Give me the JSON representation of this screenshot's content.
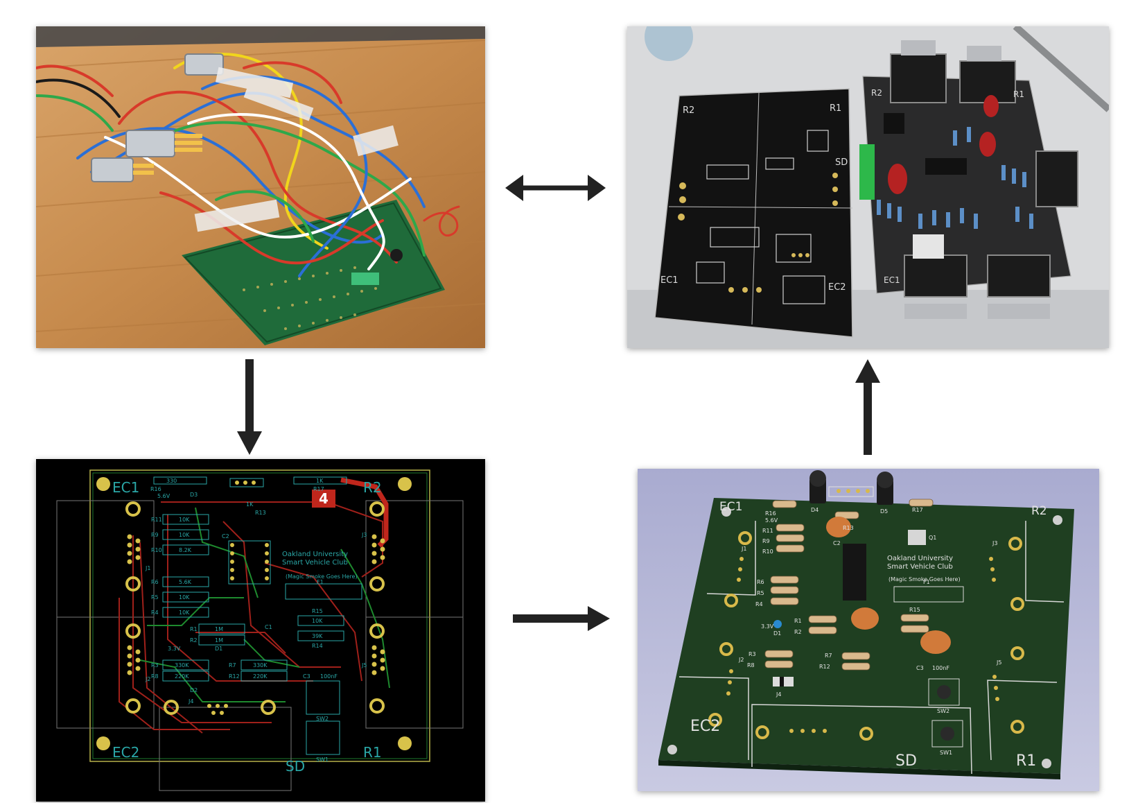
{
  "colors": {
    "arrow": "#222222",
    "wood": "#c98a4b",
    "pcb_layout_bg": "#000000",
    "pcb_green": "#1d3d1f",
    "render_bg": "#b8b9d6",
    "silk_cyan": "#2aa7a7",
    "pad_gold": "#d8c24a",
    "trace_red": "#a0201a",
    "trace_green": "#1e8a2e"
  },
  "panels": {
    "prototype_photo": {
      "icons": [
        "wire-bundle",
        "perfboard",
        "db9-connector"
      ]
    },
    "fabricated_boards": {
      "bare_board": {
        "labels": [
          "R2",
          "R1",
          "EC1",
          "EC2",
          "SD"
        ]
      },
      "assembled_board": {
        "labels": [
          "R2",
          "R1",
          "EC1"
        ]
      }
    },
    "pcb_layout": {
      "labels": {
        "ec1": "EC1",
        "ec2": "EC2",
        "r2": "R2",
        "r1": "R1",
        "sd": "SD",
        "club_line1": "Oakland University",
        "club_line2": "Smart Vehicle Club",
        "magic_smoke": "(Magic Smoke Goes Here)",
        "layer_badge": "4",
        "c3": "C3",
        "c3_value": "100nF",
        "sw2": "SW2",
        "sw1": "SW1"
      },
      "resistors": [
        {
          "ref": "R16",
          "value": "330"
        },
        {
          "ref": "R17",
          "value": "1K"
        },
        {
          "ref": "R13",
          "value": "1K"
        },
        {
          "ref": "R11",
          "value": "10K"
        },
        {
          "ref": "R9",
          "value": "10K"
        },
        {
          "ref": "R10",
          "value": "8.2K"
        },
        {
          "ref": "R6",
          "value": "5.6K"
        },
        {
          "ref": "R5",
          "value": "10K"
        },
        {
          "ref": "R4",
          "value": "10K"
        },
        {
          "ref": "R15",
          "value": "10K"
        },
        {
          "ref": "R14",
          "value": "39K"
        },
        {
          "ref": "R1",
          "value": "1M"
        },
        {
          "ref": "R2",
          "value": "1M"
        },
        {
          "ref": "R3",
          "value": "330K"
        },
        {
          "ref": "R8",
          "value": "220K"
        },
        {
          "ref": "R7",
          "value": "330K"
        },
        {
          "ref": "R12",
          "value": "220K"
        }
      ],
      "misc": {
        "d3": "D3",
        "d1": "D1",
        "d2": "D2",
        "j4": "J4",
        "j3": "J3",
        "j5": "J5",
        "j1": "J1",
        "j2": "J2",
        "c2": "C2",
        "c1": "C1",
        "f1": "F1",
        "v56": "5.6V",
        "v33": "3.3V"
      }
    },
    "pcb_render": {
      "labels": {
        "ec1": "EC1",
        "ec2": "EC2",
        "r2": "R2",
        "r1": "R1",
        "sd": "SD",
        "club_line1": "Oakland University",
        "club_line2": "Smart Vehicle Club",
        "magic_smoke": "(Magic Smoke Goes Here)",
        "c3": "C3",
        "c3_value": "100nF",
        "sw2": "SW2",
        "sw1": "SW1",
        "r16": "R16",
        "v56": "5.6V",
        "r11": "R11",
        "r9": "R9",
        "r10": "R10",
        "r6": "R6",
        "r5": "R5",
        "r4": "R4",
        "r3": "R3",
        "r8": "R8",
        "r7": "R7",
        "r12": "R12",
        "r13": "R13",
        "r17": "R17",
        "r15": "R15",
        "c2": "C2",
        "d4": "D4",
        "d5": "D5",
        "q1": "Q1",
        "f1": "F1",
        "j4": "J4",
        "j5": "J5",
        "j2": "J2",
        "j3": "J3",
        "j1": "J1",
        "v33": "3.3V",
        "d1": "D1"
      }
    }
  },
  "arrows": [
    {
      "from": "prototype_photo",
      "to": "fabricated_boards",
      "type": "bidirectional"
    },
    {
      "from": "prototype_photo",
      "to": "pcb_layout",
      "type": "down"
    },
    {
      "from": "pcb_layout",
      "to": "pcb_render",
      "type": "right"
    },
    {
      "from": "pcb_render",
      "to": "fabricated_boards",
      "type": "up"
    }
  ]
}
